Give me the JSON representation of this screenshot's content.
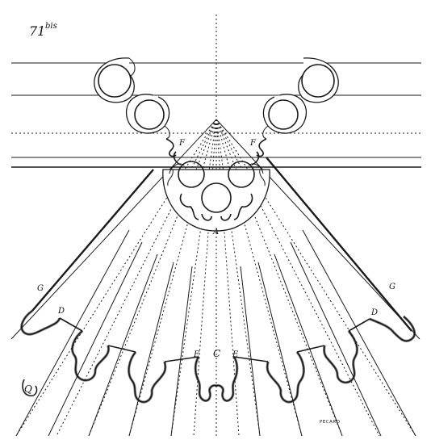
{
  "plate": {
    "number": "71",
    "suffix": "bis"
  },
  "labels": {
    "apex_left": "F",
    "apex_right": "F",
    "center_top": "A",
    "left_outer": "G",
    "right_outer": "G",
    "left_mid": "D",
    "right_mid": "D",
    "center_bottom_left": "E",
    "center_bottom": "C",
    "center_bottom_right": "E",
    "corner_mark": "Q"
  },
  "signature": "PECARD"
}
